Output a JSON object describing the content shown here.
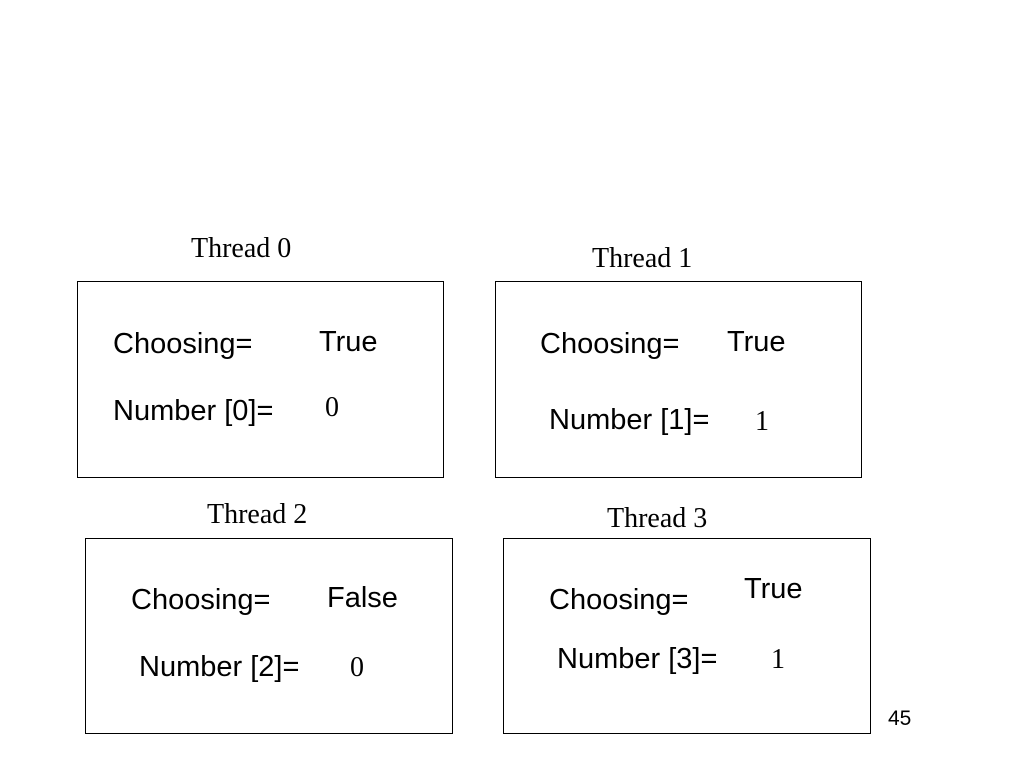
{
  "threads": [
    {
      "title": "Thread 0",
      "choosing_label": "Choosing=",
      "choosing_value": "True",
      "number_label": "Number [0]=",
      "number_value": "0"
    },
    {
      "title": "Thread 1",
      "choosing_label": "Choosing=",
      "choosing_value": "True",
      "number_label": "Number [1]=",
      "number_value": "1"
    },
    {
      "title": "Thread 2",
      "choosing_label": "Choosing=",
      "choosing_value": "False",
      "number_label": "Number [2]=",
      "number_value": "0"
    },
    {
      "title": "Thread 3",
      "choosing_label": "Choosing=",
      "choosing_value": "True",
      "number_label": "Number [3]=",
      "number_value": "1"
    }
  ],
  "page_number": "45"
}
